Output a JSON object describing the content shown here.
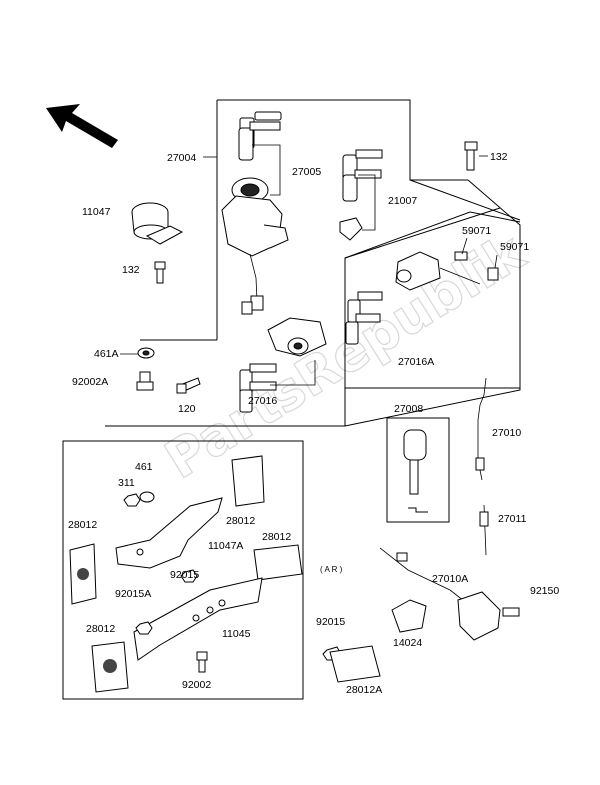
{
  "watermark": "PartsRepublik",
  "parts": {
    "p27004": "27004",
    "p27005": "27005",
    "p21007": "21007",
    "p132a": "132",
    "p11047": "11047",
    "p132b": "132",
    "p59071a": "59071",
    "p59071b": "59071",
    "p461A": "461A",
    "p92002A": "92002A",
    "p120": "120",
    "p27016": "27016",
    "p27016A": "27016A",
    "p27008": "27008",
    "p27010": "27010",
    "p461": "461",
    "p311": "311",
    "p28012a": "28012",
    "p28012b": "28012",
    "p11047A": "11047A",
    "p28012c": "28012",
    "p28012d": "28012",
    "p92015a": "92015",
    "p92015A": "92015A",
    "p11045": "11045",
    "p92002": "92002",
    "p27011": "27011",
    "p27010A": "27010A",
    "p92150": "92150",
    "p92015b": "92015",
    "p14024": "14024",
    "p28012A": "28012A",
    "ar": "( A R )"
  }
}
